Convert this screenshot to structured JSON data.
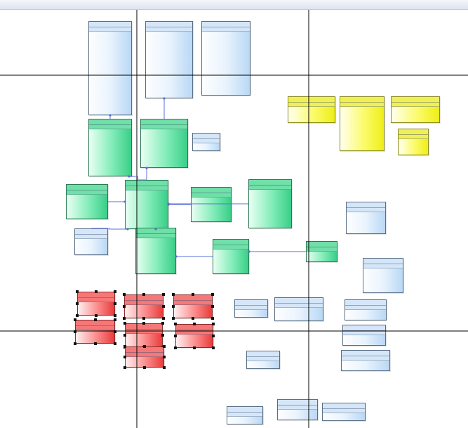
{
  "canvas": {
    "background": "#ffffff",
    "guide_color": "#000000",
    "link_color": "#5b6fd8"
  },
  "colors": {
    "blue": "#d4e6f8",
    "green": "#39cf88",
    "yellow": "#eeee18",
    "red": "#e83c3c"
  },
  "diagram": {
    "nodes": [
      {
        "id": "n1",
        "style": "blue",
        "rows": 30,
        "title": "",
        "header": [
          "",
          "",
          ""
        ]
      },
      {
        "id": "n2",
        "style": "blue",
        "rows": 24,
        "title": "",
        "header": [
          "",
          "",
          ""
        ]
      },
      {
        "id": "n3",
        "style": "blue",
        "rows": 23,
        "title": "",
        "header": [
          "",
          "",
          ""
        ]
      },
      {
        "id": "n4",
        "style": "green",
        "rows": 17,
        "title": "",
        "header": [
          "",
          "",
          ""
        ]
      },
      {
        "id": "n5",
        "style": "green",
        "rows": 14,
        "title": "",
        "header": [
          "",
          "",
          ""
        ]
      },
      {
        "id": "n6",
        "style": "blue",
        "rows": 3,
        "title": "",
        "header": [
          "",
          "",
          ""
        ]
      },
      {
        "id": "n7",
        "style": "green",
        "rows": 9,
        "title": "",
        "header": [
          "",
          "",
          ""
        ]
      },
      {
        "id": "n8",
        "style": "green",
        "rows": 14,
        "title": "",
        "header": [
          "",
          "",
          ""
        ]
      },
      {
        "id": "n9",
        "style": "green",
        "rows": 9,
        "title": "",
        "header": [
          "",
          "",
          ""
        ]
      },
      {
        "id": "n10",
        "style": "green",
        "rows": 14,
        "title": "",
        "header": [
          "",
          "",
          ""
        ]
      },
      {
        "id": "n11",
        "style": "blue",
        "rows": 6,
        "title": "",
        "header": [
          "",
          "",
          ""
        ]
      },
      {
        "id": "n12",
        "style": "green",
        "rows": 13,
        "title": "",
        "header": [
          "",
          "",
          ""
        ]
      },
      {
        "id": "n13",
        "style": "green",
        "rows": 9,
        "title": "",
        "header": [
          "",
          "",
          ""
        ]
      },
      {
        "id": "n14",
        "style": "green",
        "rows": 4,
        "title": "",
        "header": [
          "",
          "",
          ""
        ]
      },
      {
        "id": "n15",
        "style": "yellow",
        "rows": 6,
        "title": "",
        "header": [
          "",
          "",
          ""
        ]
      },
      {
        "id": "n16",
        "style": "yellow",
        "rows": 16,
        "title": "",
        "header": [
          "",
          "",
          ""
        ]
      },
      {
        "id": "n17",
        "style": "yellow",
        "rows": 6,
        "title": "",
        "header": [
          "",
          "",
          ""
        ]
      },
      {
        "id": "n18",
        "style": "yellow",
        "rows": 6,
        "title": "",
        "header": [
          "",
          "",
          ""
        ]
      },
      {
        "id": "n19",
        "style": "blue",
        "rows": 8,
        "title": "",
        "header": [
          "",
          "",
          ""
        ]
      },
      {
        "id": "n20",
        "style": "blue",
        "rows": 9,
        "title": "",
        "header": [
          "",
          "",
          ""
        ]
      },
      {
        "id": "n21",
        "style": "red",
        "rows": 5,
        "title": "",
        "header": [
          "",
          "",
          ""
        ]
      },
      {
        "id": "n22",
        "style": "red",
        "rows": 5,
        "title": "",
        "header": [
          "",
          "",
          ""
        ]
      },
      {
        "id": "n23",
        "style": "red",
        "rows": 5,
        "title": "",
        "header": [
          "",
          "",
          ""
        ]
      },
      {
        "id": "n24",
        "style": "red",
        "rows": 5,
        "title": "",
        "header": [
          "",
          "",
          ""
        ]
      },
      {
        "id": "n25",
        "style": "red",
        "rows": 5,
        "title": "",
        "header": [
          "",
          "",
          ""
        ]
      },
      {
        "id": "n26",
        "style": "red",
        "rows": 5,
        "title": "",
        "header": [
          "",
          "",
          ""
        ]
      },
      {
        "id": "n27",
        "style": "red",
        "rows": 4,
        "title": "",
        "header": [
          "",
          "",
          ""
        ]
      },
      {
        "id": "n28",
        "style": "blue",
        "rows": 3,
        "title": "",
        "header": [
          "",
          "",
          ""
        ]
      },
      {
        "id": "n29",
        "style": "blue",
        "rows": 5,
        "title": "",
        "header": [
          "",
          "",
          ""
        ]
      },
      {
        "id": "n30",
        "style": "blue",
        "rows": 4,
        "title": "",
        "header": [
          "",
          "",
          ""
        ]
      },
      {
        "id": "n31",
        "style": "blue",
        "rows": 4,
        "title": "",
        "header": [
          "",
          "",
          ""
        ]
      },
      {
        "id": "n32",
        "style": "blue",
        "rows": 4,
        "title": "",
        "header": [
          "",
          "",
          ""
        ]
      },
      {
        "id": "n33",
        "style": "blue",
        "rows": 3,
        "title": "",
        "header": [
          "",
          "",
          ""
        ]
      },
      {
        "id": "n34",
        "style": "blue",
        "rows": 3,
        "title": "",
        "header": [
          "",
          "",
          ""
        ]
      },
      {
        "id": "n35",
        "style": "blue",
        "rows": 4,
        "title": "",
        "header": [
          "",
          "",
          ""
        ]
      },
      {
        "id": "n36",
        "style": "blue",
        "rows": 3,
        "title": "",
        "header": [
          "",
          "",
          ""
        ]
      }
    ],
    "edges": [
      [
        "n4",
        "n1"
      ],
      [
        "n5",
        "n2"
      ],
      [
        "n7",
        "n8"
      ],
      [
        "n9",
        "n8"
      ],
      [
        "n10",
        "n8"
      ],
      [
        "n11",
        "n8"
      ],
      [
        "n12",
        "n8"
      ],
      [
        "n13",
        "n12"
      ],
      [
        "n14",
        "n13"
      ],
      [
        "n8",
        "n4"
      ],
      [
        "n8",
        "n5"
      ]
    ]
  }
}
